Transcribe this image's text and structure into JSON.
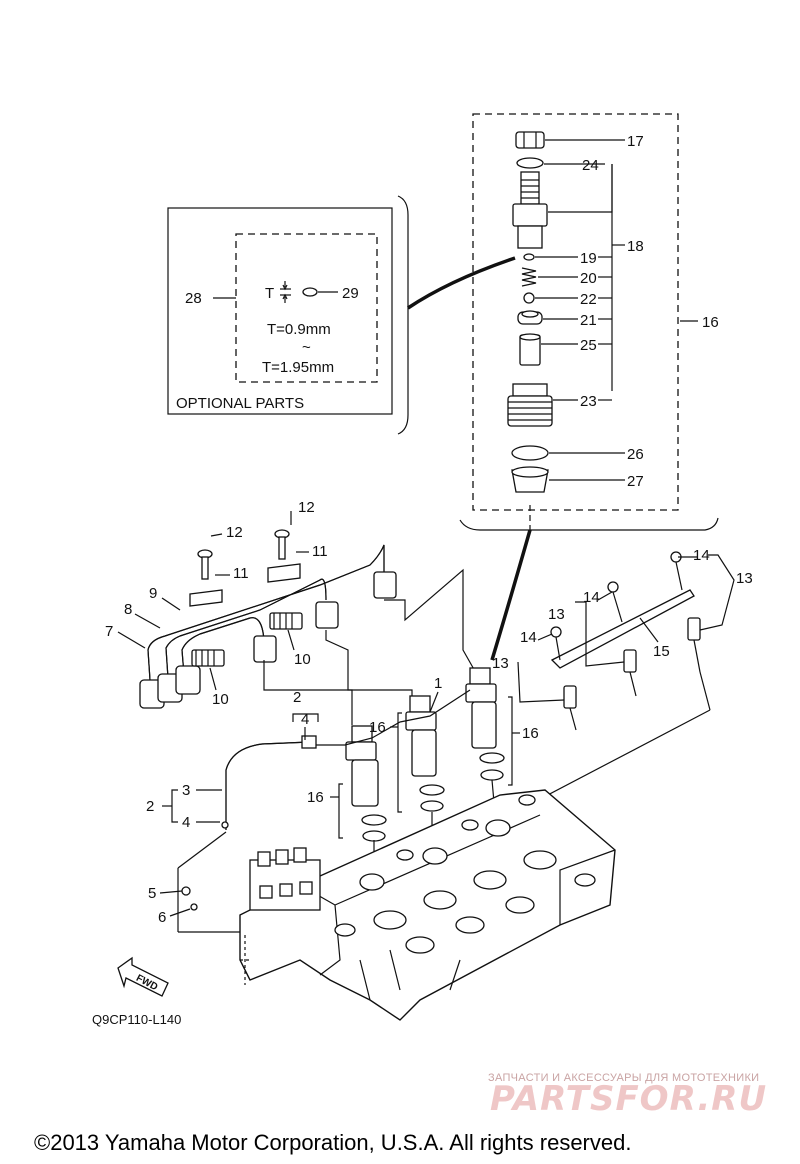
{
  "diagram": {
    "drawing_code": "Q9CP110-L140",
    "optional_box": {
      "title": "OPTIONAL PARTS",
      "ref_28": "28",
      "ref_29": "29",
      "thickness_symbol": "T",
      "t_min": "T=0.9mm",
      "range_mark": "~",
      "t_max": "T=1.95mm"
    },
    "fwd_label": "FWD",
    "callouts": {
      "n1": "1",
      "n2": "2",
      "n3": "3",
      "n4": "4",
      "n5": "5",
      "n6": "6",
      "n7": "7",
      "n8": "8",
      "n9": "9",
      "n10": "10",
      "n11": "11",
      "n12": "12",
      "n13": "13",
      "n14": "14",
      "n15": "15",
      "n16": "16",
      "n17": "17",
      "n18": "18",
      "n19": "19",
      "n20": "20",
      "n21": "21",
      "n22": "22",
      "n23": "23",
      "n24": "24",
      "n25": "25",
      "n26": "26",
      "n27": "27"
    },
    "watermark": {
      "tagline": "ЗАПЧАСТИ И АКСЕССУАРЫ ДЛЯ МОТОТЕХНИКИ",
      "brand": "PARTSFOR.RU"
    },
    "copyright": "©2013 Yamaha Motor Corporation, U.S.A. All rights reserved."
  }
}
